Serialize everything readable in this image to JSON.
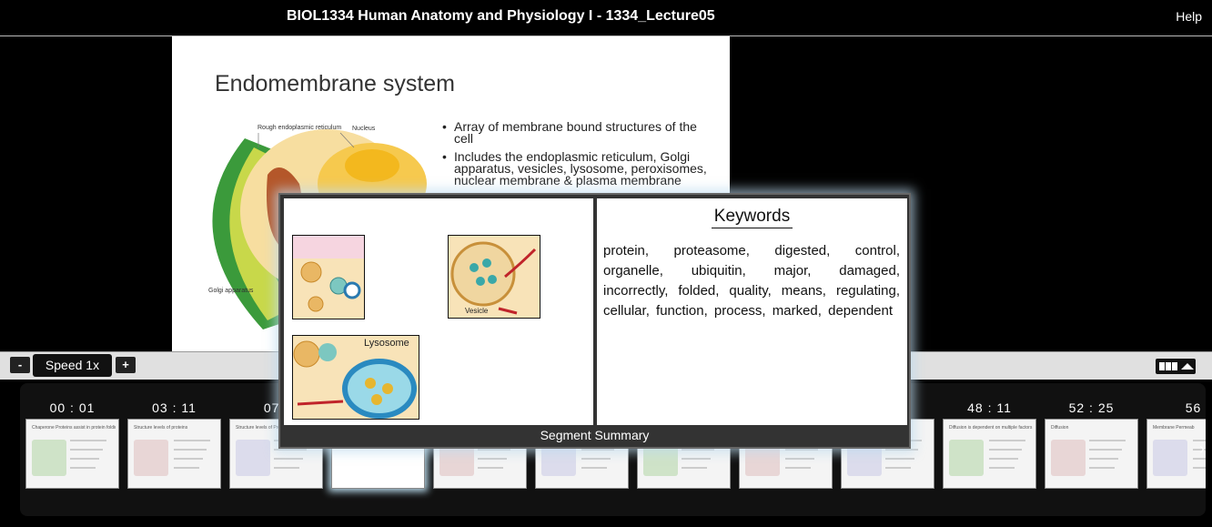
{
  "header": {
    "title": "BIOL1334 Human Anatomy and Physiology I - 1334_Lecture05",
    "help": "Help"
  },
  "slide": {
    "heading": "Endomembrane system",
    "bullets": [
      "Array of membrane bound structures of the cell",
      "Includes the endoplasmic reticulum, Golgi apparatus, vesicles, lysosome, peroxisomes, nuclear membrane & plasma membrane"
    ],
    "labels": {
      "rough_er": "Rough endoplasmic reticulum",
      "nucleus": "Nucleus",
      "golgi": "Golgi apparatus"
    }
  },
  "controls": {
    "minus": "-",
    "speed": "Speed 1x",
    "plus": "+"
  },
  "popup": {
    "keywords_title": "Keywords",
    "keywords": "protein, proteasome, digested, control, organelle, ubiquitin, major, damaged, incorrectly, folded, quality, means, regulating, cellular, function, process, marked, dependent",
    "image_labels": {
      "vesicle": "Vesicle",
      "lysosome": "Lysosome"
    },
    "summary": "Segment Summary"
  },
  "thumbnails": [
    {
      "time": "00 : 01",
      "title": "Chaperone Proteins assist in protein folding"
    },
    {
      "time": "03 : 11",
      "title": "Structure levels of proteins"
    },
    {
      "time": "07 :",
      "title": "Structure levels of Proteins"
    },
    {
      "time": "",
      "title": ""
    },
    {
      "time": "",
      "title": ""
    },
    {
      "time": "",
      "title": ""
    },
    {
      "time": "",
      "title": ""
    },
    {
      "time": "",
      "title": ""
    },
    {
      "time": "",
      "title": ""
    },
    {
      "time": "48 : 11",
      "title": "Diffusion is dependent on multiple factors"
    },
    {
      "time": "52 : 25",
      "title": "Diffusion"
    },
    {
      "time": "56",
      "title": "Membrane Permeab"
    }
  ],
  "colors": {
    "background": "#000000",
    "accent_glow": "#bde0f0"
  }
}
